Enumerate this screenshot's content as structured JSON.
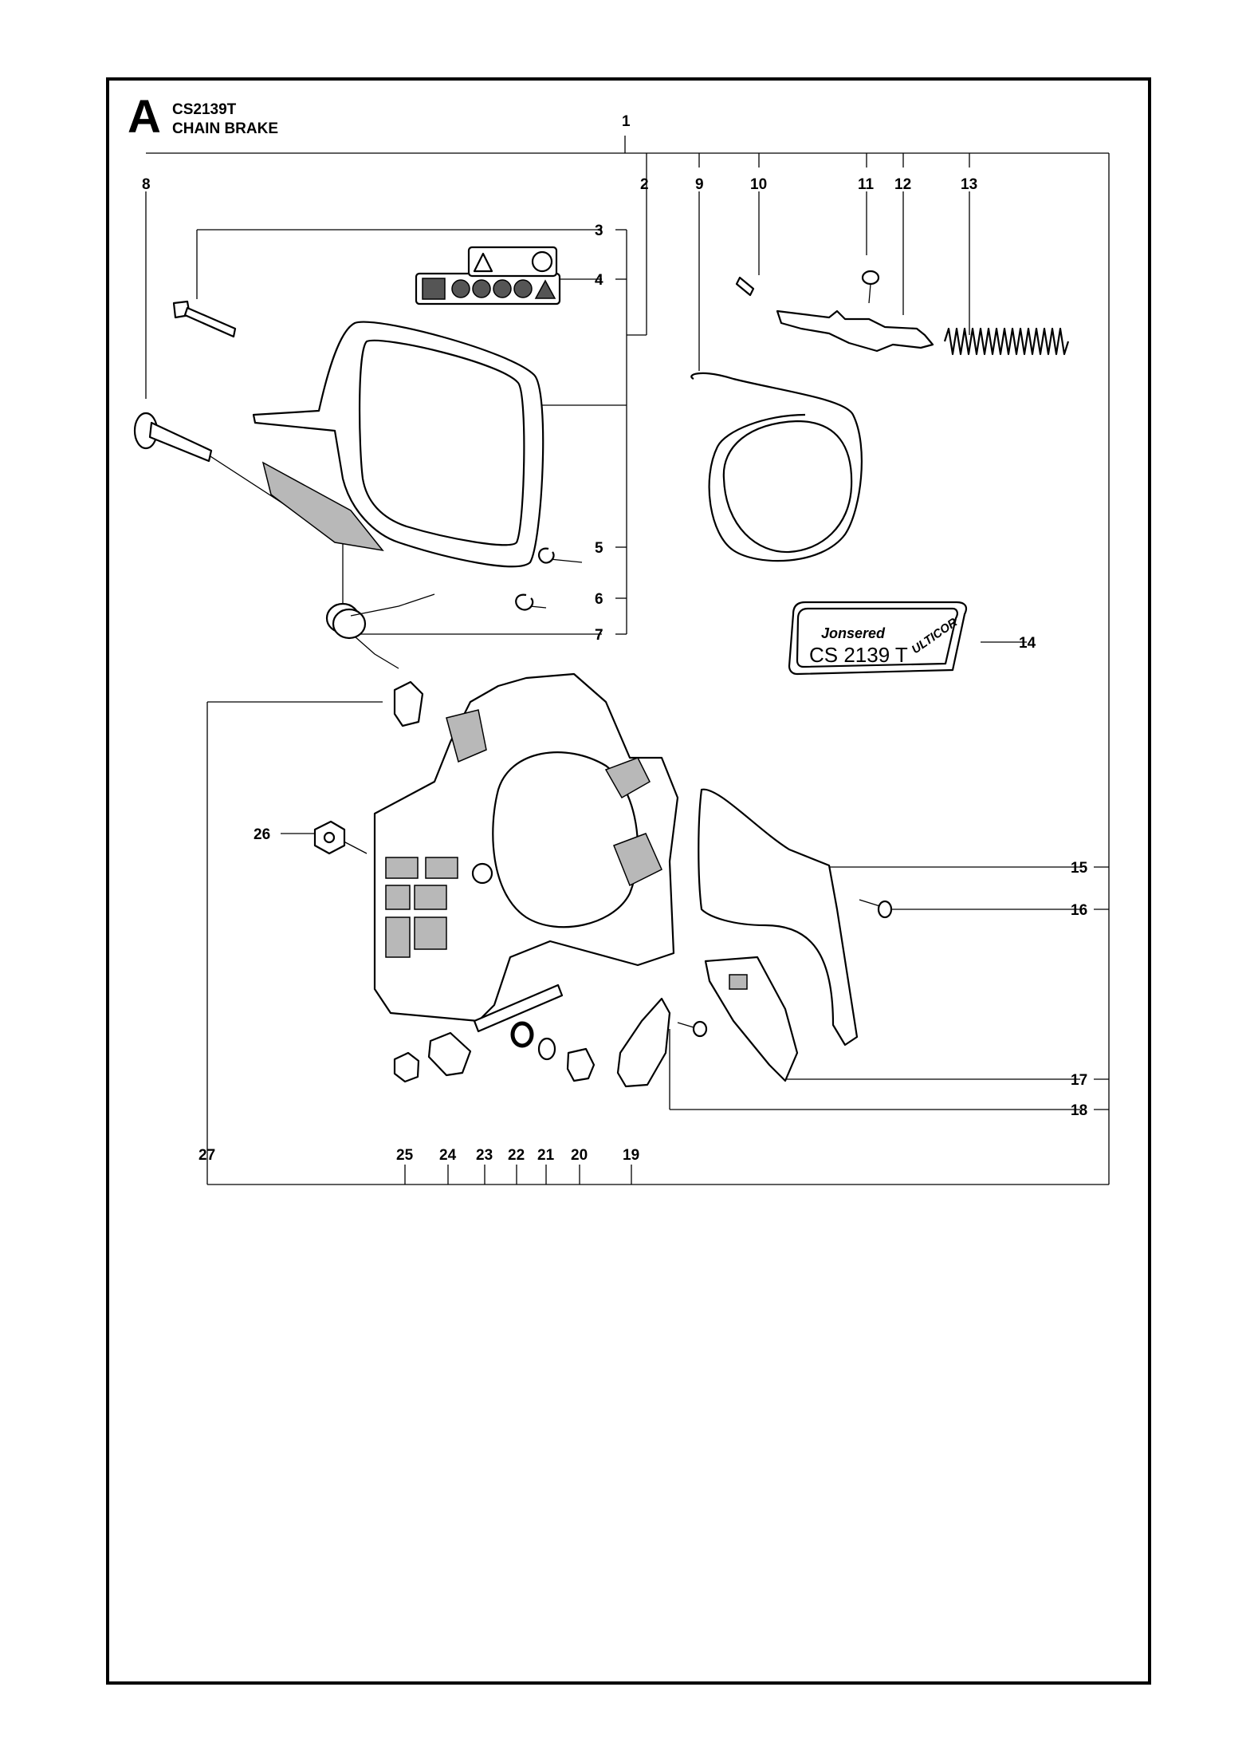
{
  "header": {
    "section_letter": "A",
    "model": "CS2139T",
    "title": "CHAIN BRAKE"
  },
  "callouts": [
    "1",
    "2",
    "3",
    "4",
    "5",
    "6",
    "7",
    "8",
    "9",
    "10",
    "11",
    "12",
    "13",
    "14",
    "15",
    "16",
    "17",
    "18",
    "19",
    "20",
    "21",
    "22",
    "23",
    "24",
    "25",
    "26",
    "27"
  ],
  "decal": {
    "brand": "Jonsered",
    "model": "CS 2139 T",
    "badge": "ULTICOR"
  }
}
